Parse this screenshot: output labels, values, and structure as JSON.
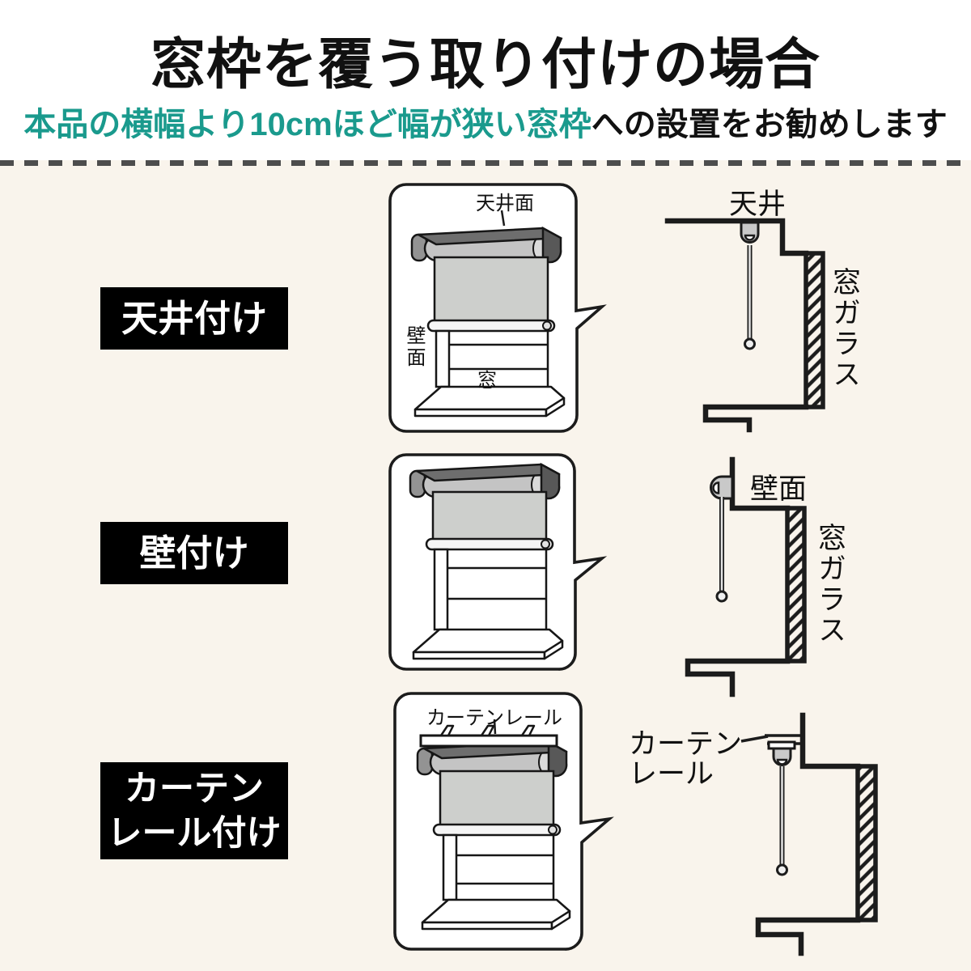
{
  "header": {
    "title": "窓枠を覆う取り付けの場合",
    "subtitle_highlight": "本品の横幅より10cmほど幅が狭い窓枠",
    "subtitle_rest": "への設置をお勧めします"
  },
  "colors": {
    "highlight_teal": "#1a9a8d",
    "label_background": "#000000",
    "lower_background": "#f9f4ec",
    "line_color": "#1c1c1c"
  },
  "rows": [
    {
      "id": "ceiling-mount",
      "mount_label": "天井付け",
      "window_labels": {
        "top": "天井面",
        "side": "壁面",
        "pane": "窓"
      },
      "section_labels": {
        "mount": "天井",
        "glass": "窓ガラス"
      }
    },
    {
      "id": "wall-mount",
      "mount_label": "壁付け",
      "section_labels": {
        "mount": "壁面",
        "glass": "窓ガラス"
      }
    },
    {
      "id": "curtain-rail-mount",
      "mount_label_line1": "カーテン",
      "mount_label_line2": "レール付け",
      "window_labels": {
        "top": "カーテンレール"
      },
      "section_labels": {
        "mount_line1": "カーテン",
        "mount_line2": "レール"
      }
    }
  ]
}
